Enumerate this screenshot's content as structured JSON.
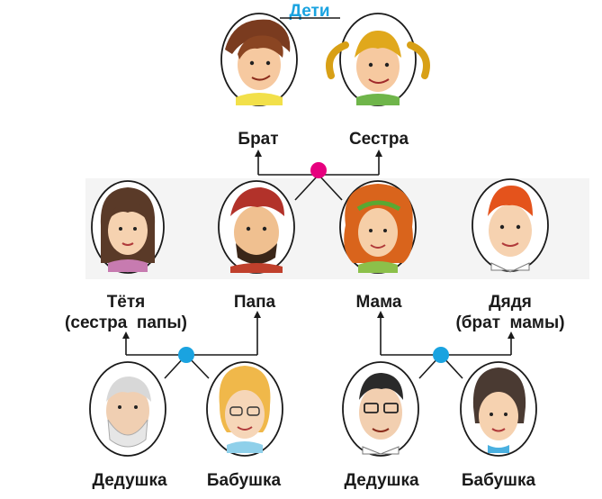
{
  "title": "Дети",
  "children": {
    "brother": "Брат",
    "sister": "Сестра"
  },
  "parents_row": {
    "aunt_line1": "Тётя",
    "aunt_line2": "(сестра  папы)",
    "dad": "Папа",
    "mom": "Мама",
    "uncle_line1": "Дядя",
    "uncle_line2": "(брат  мамы)"
  },
  "grandparents_row": {
    "grandpa_left": "Дедушка",
    "grandma_left": "Бабушка",
    "grandpa_right": "Дедушка",
    "grandma_right": "Бабушка"
  },
  "colors": {
    "title": "#1aa3e0",
    "parents_junction": "#e6007e",
    "grandparents_junction": "#1aa3e0",
    "middle_band": "#f4f4f4"
  }
}
